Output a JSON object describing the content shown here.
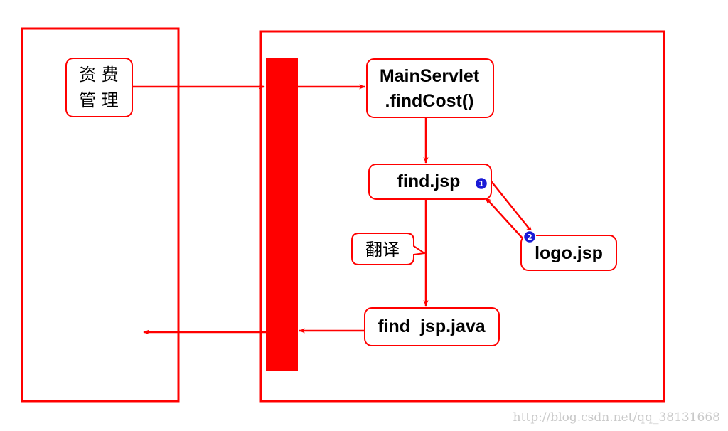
{
  "nodes": {
    "fee_management_line1": "资 费",
    "fee_management_line2": "管 理",
    "main_servlet_line1": "MainServlet",
    "main_servlet_line2": ".findCost()",
    "find_jsp": "find.jsp",
    "logo_jsp": "logo.jsp",
    "translate_label": "翻译",
    "find_jsp_java": "find_jsp.java"
  },
  "badges": {
    "badge_1": "1",
    "badge_2": "2"
  },
  "watermark": "http://blog.csdn.net/qq_38131668",
  "colors": {
    "line": "#ff0000",
    "badge": "#1a1ad6",
    "text": "#000000",
    "watermark": "#c9c9c9"
  }
}
